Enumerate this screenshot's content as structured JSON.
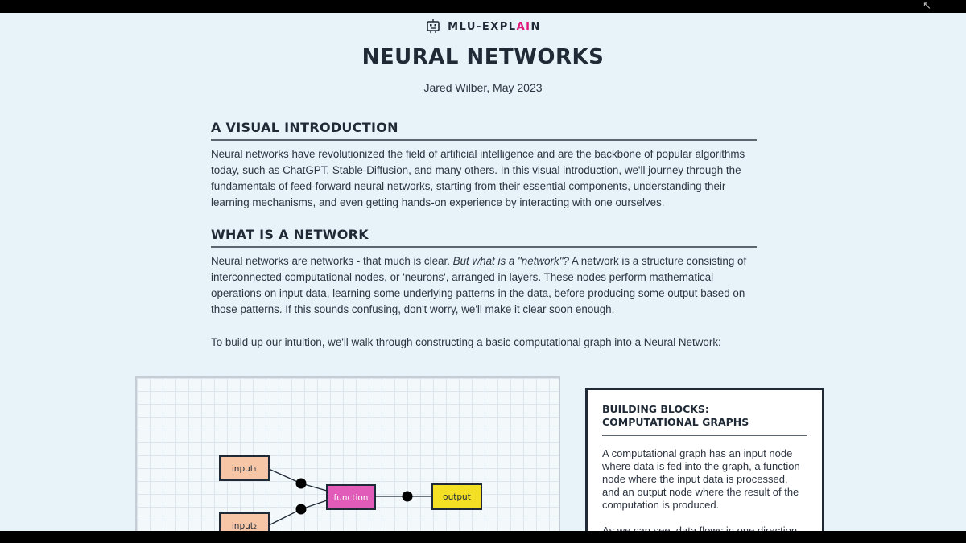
{
  "header": {
    "brand_prefix": "MLU-EXPL",
    "brand_ai": "AI",
    "brand_suffix": "N",
    "brand_icon": "robot-icon",
    "title": "NEURAL NETWORKS",
    "author": "Jared Wilber",
    "date_suffix": ", May 2023"
  },
  "sections": [
    {
      "heading": "A VISUAL INTRODUCTION",
      "body": "Neural networks have revolutionized the field of artificial intelligence and are the backbone of popular algorithms today, such as ChatGPT, Stable-Diffusion, and many others. In this visual introduction, we'll journey through the fundamentals of feed-forward neural networks, starting from their essential components, understanding their learning mechanisms, and even getting hands-on experience by interacting with one ourselves."
    },
    {
      "heading": "WHAT IS A NETWORK",
      "body_start": "Neural networks are networks - that much is clear. ",
      "body_em": "But what is a \"network\"?",
      "body_end": " A network is a structure consisting of interconnected computational nodes, or 'neurons', arranged in layers. These nodes perform mathematical operations on input data, learning some underlying patterns in the data, before producing some output based on those patterns. If this sounds confusing, don't worry, we'll make it clear soon enough.",
      "body2": "To build up our intuition, we'll walk through constructing a basic computational graph into a Neural Network:"
    }
  ],
  "graph": {
    "nodes": {
      "input1": "input₁",
      "input2": "input₂",
      "function": "function",
      "output": "output"
    },
    "colors": {
      "input": "#f6c6a6",
      "function": "#e05cb8",
      "output": "#f3e024",
      "stroke": "#1f2a36"
    }
  },
  "card": {
    "title": "BUILDING BLOCKS: COMPUTATIONAL GRAPHS",
    "text": "A computational graph has an input node where data is fed into the graph, a function node where the input data is processed, and an output node where the result of the computation is produced.",
    "text2": "As we can see, data flows in one direction"
  }
}
